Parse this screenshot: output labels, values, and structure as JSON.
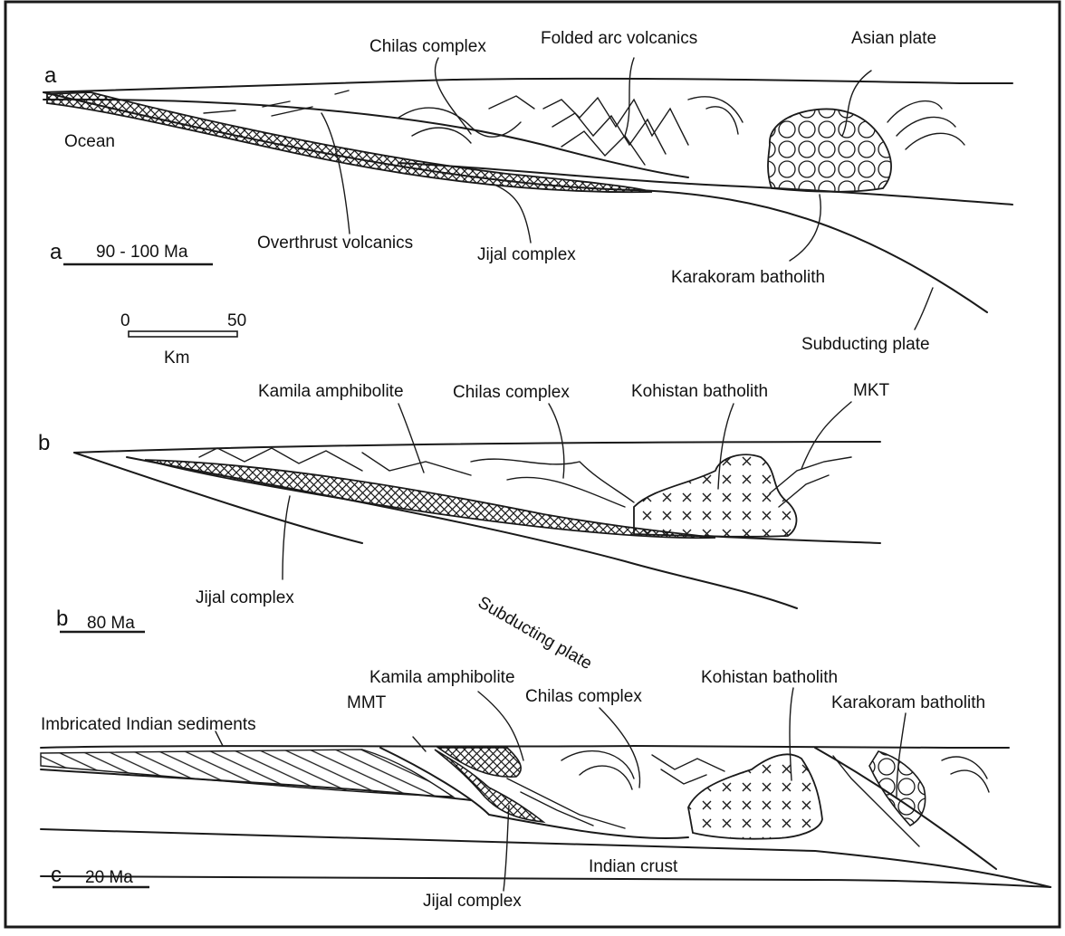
{
  "panel_a": {
    "letter": "a",
    "age": "90 - 100 Ma",
    "labels": {
      "chilas": "Chilas complex",
      "folded_arc": "Folded arc volcanics",
      "asian_plate": "Asian plate",
      "ocean": "Ocean",
      "overthrust": "Overthrust volcanics",
      "jijal": "Jijal complex",
      "karakoram": "Karakoram batholith",
      "subducting": "Subducting plate"
    }
  },
  "scale": {
    "min": "0",
    "max": "50",
    "unit": "Km"
  },
  "panel_b": {
    "letter": "b",
    "age": "80 Ma",
    "labels": {
      "kamila": "Kamila amphibolite",
      "chilas": "Chilas complex",
      "kohistan": "Kohistan batholith",
      "mkt": "MKT",
      "jijal": "Jijal complex",
      "subducting": "Subducting plate"
    }
  },
  "panel_c": {
    "letter": "c",
    "age": "20 Ma",
    "labels": {
      "kamila": "Kamila amphibolite",
      "kohistan": "Kohistan batholith",
      "mmt": "MMT",
      "chilas": "Chilas complex",
      "karakoram": "Karakoram batholith",
      "imbricated": "Imbricated Indian sediments",
      "indian_crust": "Indian crust",
      "jijal": "Jijal complex"
    }
  },
  "colors": {
    "ink": "#1a1a1a",
    "paper": "#ffffff"
  }
}
